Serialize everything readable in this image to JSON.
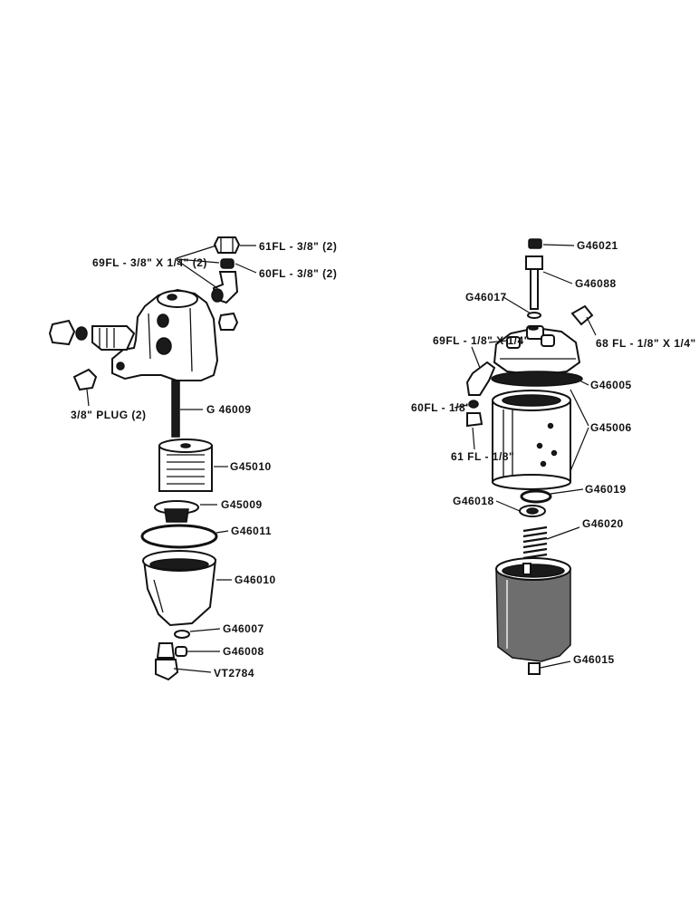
{
  "left_assembly": {
    "fitting_69fl": "69FL - 3/8\" X 1/4\" (2)",
    "fitting_61fl": "61FL - 3/8\" (2)",
    "fitting_60fl": "60FL - 3/8\" (2)",
    "plug": "3/8\" PLUG (2)",
    "stud": "G 46009",
    "element": "G45010",
    "seal": "G45009",
    "gasket": "G46011",
    "bowl": "G46010",
    "washer": "G46007",
    "nipple": "G46008",
    "drain_cock": "VT2784"
  },
  "right_assembly": {
    "bolt_top": "G46021",
    "bolt": "G46088",
    "washer_top": "G46017",
    "fitting_69fl": "69FL - 1/8\" X 1/4\"",
    "fitting_68fl": "68 FL - 1/8\" X 1/4\"",
    "head_gasket": "G46005",
    "element": "G45006",
    "fitting_60fl": "60FL - 1/8\"",
    "fitting_61fl": "61 FL - 1/8\"",
    "seal": "G46019",
    "retainer": "G46018",
    "spring": "G46020",
    "drain_plug": "G46015"
  },
  "colors": {
    "ink": "#111111",
    "paper": "#ffffff"
  }
}
